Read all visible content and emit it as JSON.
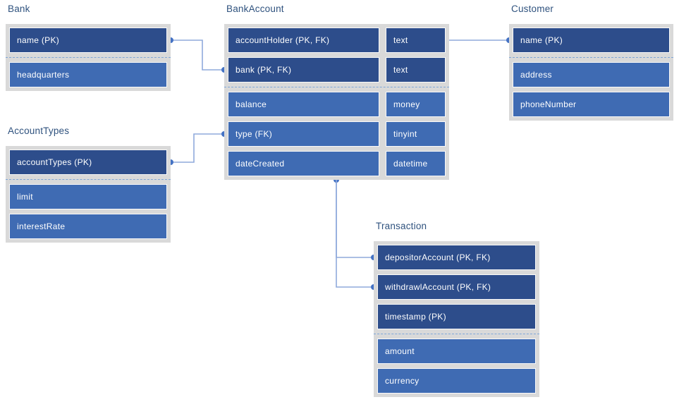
{
  "entities": [
    {
      "name": "Bank",
      "rows": [
        {
          "label": "name (PK)",
          "pk": true
        },
        {
          "label": "headquarters",
          "pk": false
        }
      ]
    },
    {
      "name": "AccountTypes",
      "rows": [
        {
          "label": "accountTypes (PK)",
          "pk": true
        },
        {
          "label": "limit",
          "pk": false
        },
        {
          "label": "interestRate",
          "pk": false
        }
      ]
    },
    {
      "name": "BankAccount",
      "rows": [
        {
          "label": "accountHolder (PK, FK)",
          "type": "text",
          "pk": true
        },
        {
          "label": "bank (PK, FK)",
          "type": "text",
          "pk": true
        },
        {
          "label": "balance",
          "type": "money",
          "pk": false
        },
        {
          "label": "type (FK)",
          "type": "tinyint",
          "pk": false
        },
        {
          "label": "dateCreated",
          "type": "datetime",
          "pk": false
        }
      ]
    },
    {
      "name": "Customer",
      "rows": [
        {
          "label": "name (PK)",
          "pk": true
        },
        {
          "label": "address",
          "pk": false
        },
        {
          "label": "phoneNumber",
          "pk": false
        }
      ]
    },
    {
      "name": "Transaction",
      "rows": [
        {
          "label": "depositorAccount (PK, FK)",
          "pk": true
        },
        {
          "label": "withdrawlAccount (PK, FK)",
          "pk": true
        },
        {
          "label": "timestamp (PK)",
          "pk": true
        },
        {
          "label": "amount",
          "pk": false
        },
        {
          "label": "currency",
          "pk": false
        }
      ]
    }
  ],
  "relationships": [
    {
      "from": "Bank.name",
      "to": "BankAccount.bank"
    },
    {
      "from": "AccountTypes.accountTypes",
      "to": "BankAccount.type"
    },
    {
      "from": "BankAccount.accountHolder",
      "to": "Customer.name"
    },
    {
      "from": "BankAccount",
      "to": "Transaction.depositorAccount"
    },
    {
      "from": "BankAccount",
      "to": "Transaction.withdrawlAccount"
    }
  ],
  "colors": {
    "row_pk": "#2d4d8b",
    "row_field": "#3f6bb3",
    "table_bg": "#d9d9d9",
    "cell_border": "#fafafa",
    "divider": "#7ea6d8",
    "connector": "#8faadc",
    "connector_dot": "#4472c4",
    "title_text": "#2f527e",
    "cell_text": "#ffffff",
    "canvas_bg": "#ffffff"
  }
}
